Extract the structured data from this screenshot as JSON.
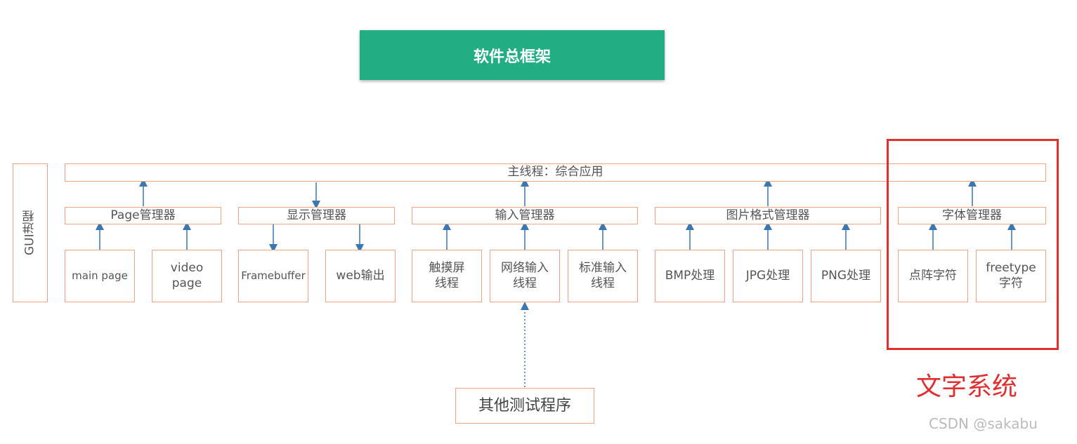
{
  "title": "软件总框架",
  "gui_process": "GUI进程",
  "main_thread": "主线程：综合应用",
  "managers": [
    {
      "label": "Page管理器",
      "children": [
        "main  page",
        "video\npage"
      ]
    },
    {
      "label": "显示管理器",
      "children": [
        "Framebuffer",
        "web输出"
      ]
    },
    {
      "label": "输入管理器",
      "children": [
        "触摸屏\n线程",
        "网络输入\n线程",
        "标准输入\n线程"
      ]
    },
    {
      "label": "图片格式管理器",
      "children": [
        "BMP处理",
        "JPG处理",
        "PNG处理"
      ]
    },
    {
      "label": "字体管理器",
      "children": [
        "点阵字符",
        "freetype\n字符"
      ]
    }
  ],
  "other_tests": "其他测试程序",
  "callout": "文字系统",
  "watermark": "CSDN @sakabu",
  "colors": {
    "banner": "#22ad83",
    "box_border": "#f0a488",
    "arrow": "#3b77b0",
    "highlight": "#e02f2f"
  }
}
